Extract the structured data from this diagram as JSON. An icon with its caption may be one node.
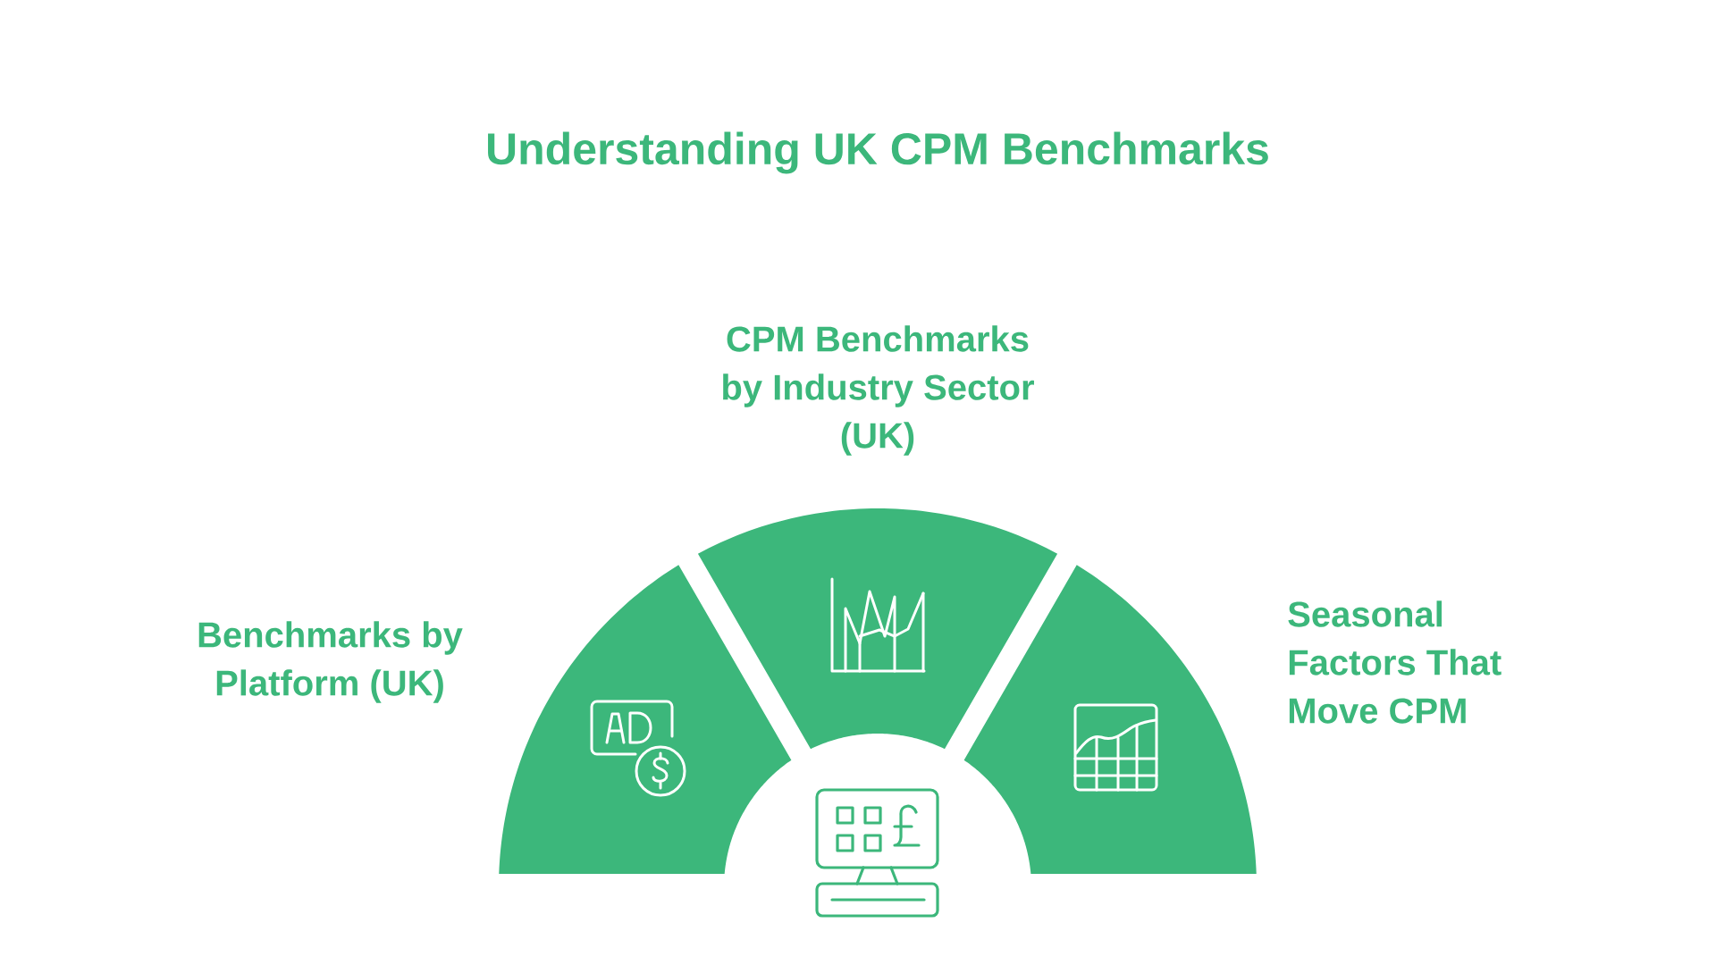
{
  "diagram": {
    "title": "Understanding UK CPM Benchmarks",
    "nodes": [
      {
        "text": [
          "Benchmarks by Platform (UK)"
        ]
      },
      {
        "text": [
          "CPM Benchmarks by Industry Sector (UK)"
        ]
      },
      {
        "text": [
          "Seasonal Factors That Move CPM"
        ]
      }
    ]
  }
}
